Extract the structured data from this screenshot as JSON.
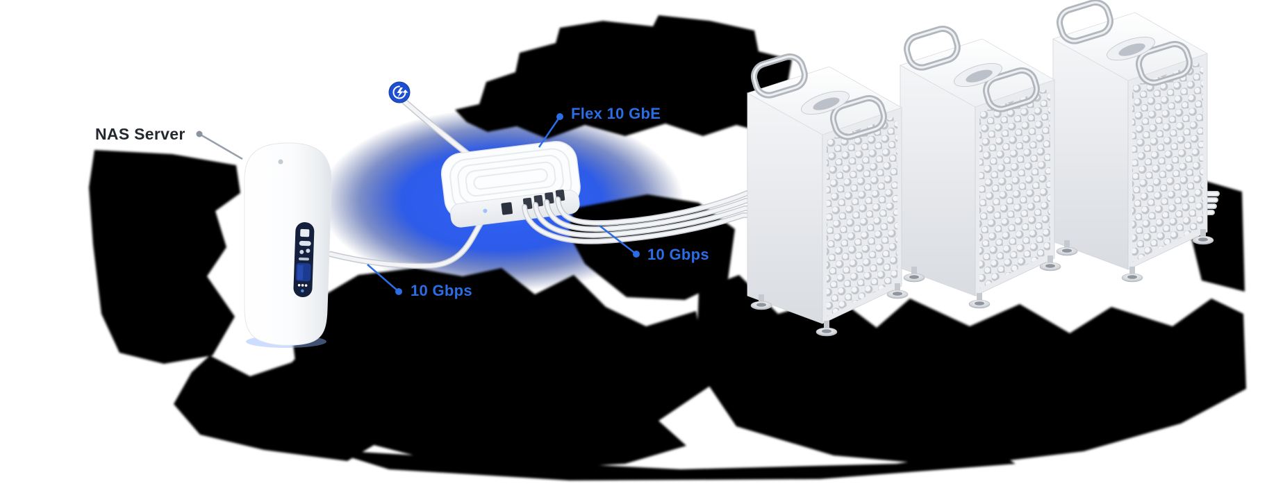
{
  "page": {
    "background": "#ffffff",
    "description": "Marketing network diagram: a NAS server connected through a Flex 10 GbE switch to three workstation towers over 10 Gbps links"
  },
  "labels": {
    "nas": {
      "text": "NAS Server",
      "color": "#24292f"
    },
    "switch": {
      "text": "Flex 10 GbE",
      "color": "#2b6de4"
    },
    "link_nas": {
      "text": "10 Gbps",
      "color": "#2b6de4"
    },
    "link_workstations": {
      "text": "10 Gbps",
      "color": "#2b6de4"
    }
  },
  "devices": {
    "nas": "NAS server tower",
    "switch": "Flex 10 GbE switch",
    "workstation_count": 3
  },
  "icons": [
    {
      "name": "poe-cycle-icon",
      "meaning": "power/lightning bolt inside circular arrow badge",
      "color": "#1e4fd1"
    }
  ],
  "colors": {
    "accent_blue": "#2b6de4",
    "glow_blue": "#2e5bee",
    "shadow_black": "#000000",
    "device_white": "#f7f8fa",
    "cable_white": "#f3f4f6",
    "cable_edge": "#c6cad0"
  }
}
